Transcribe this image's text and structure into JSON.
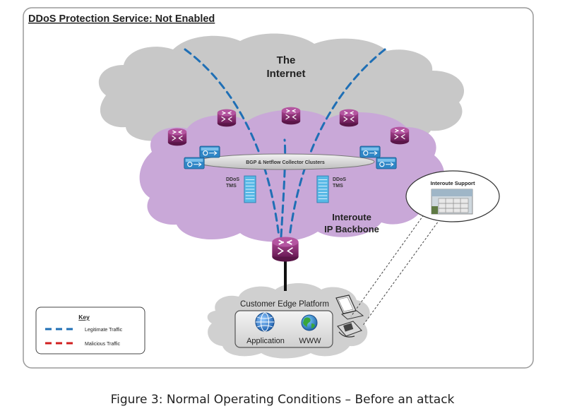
{
  "frame": {
    "title": "DDoS Protection Service: Not Enabled"
  },
  "internet": {
    "line1": "The",
    "line2": "Internet"
  },
  "backbone": {
    "line1": "Interoute",
    "line2": "IP Backbone",
    "collector_label": "BGP & Netflow Collector Clusters",
    "tms_left": {
      "line1": "DDoS",
      "line2": "TMS"
    },
    "tms_right": {
      "line1": "DDoS",
      "line2": "TMS"
    }
  },
  "support": {
    "label": "Interoute Support"
  },
  "customer": {
    "title": "Customer Edge Platform",
    "application": "Application",
    "www": "WWW"
  },
  "key": {
    "title": "Key",
    "items": [
      {
        "label": "Legitimate Traffic",
        "color": "#1f6fb5"
      },
      {
        "label": "Malicious Traffic",
        "color": "#d11f1f"
      }
    ]
  },
  "caption": "Figure 3: Normal Operating Conditions – Before an attack",
  "colors": {
    "internet_cloud": "#c8c8c8",
    "backbone_cloud": "#c9a8d8",
    "router": "#8c2a73",
    "legit": "#1f6fb5"
  }
}
